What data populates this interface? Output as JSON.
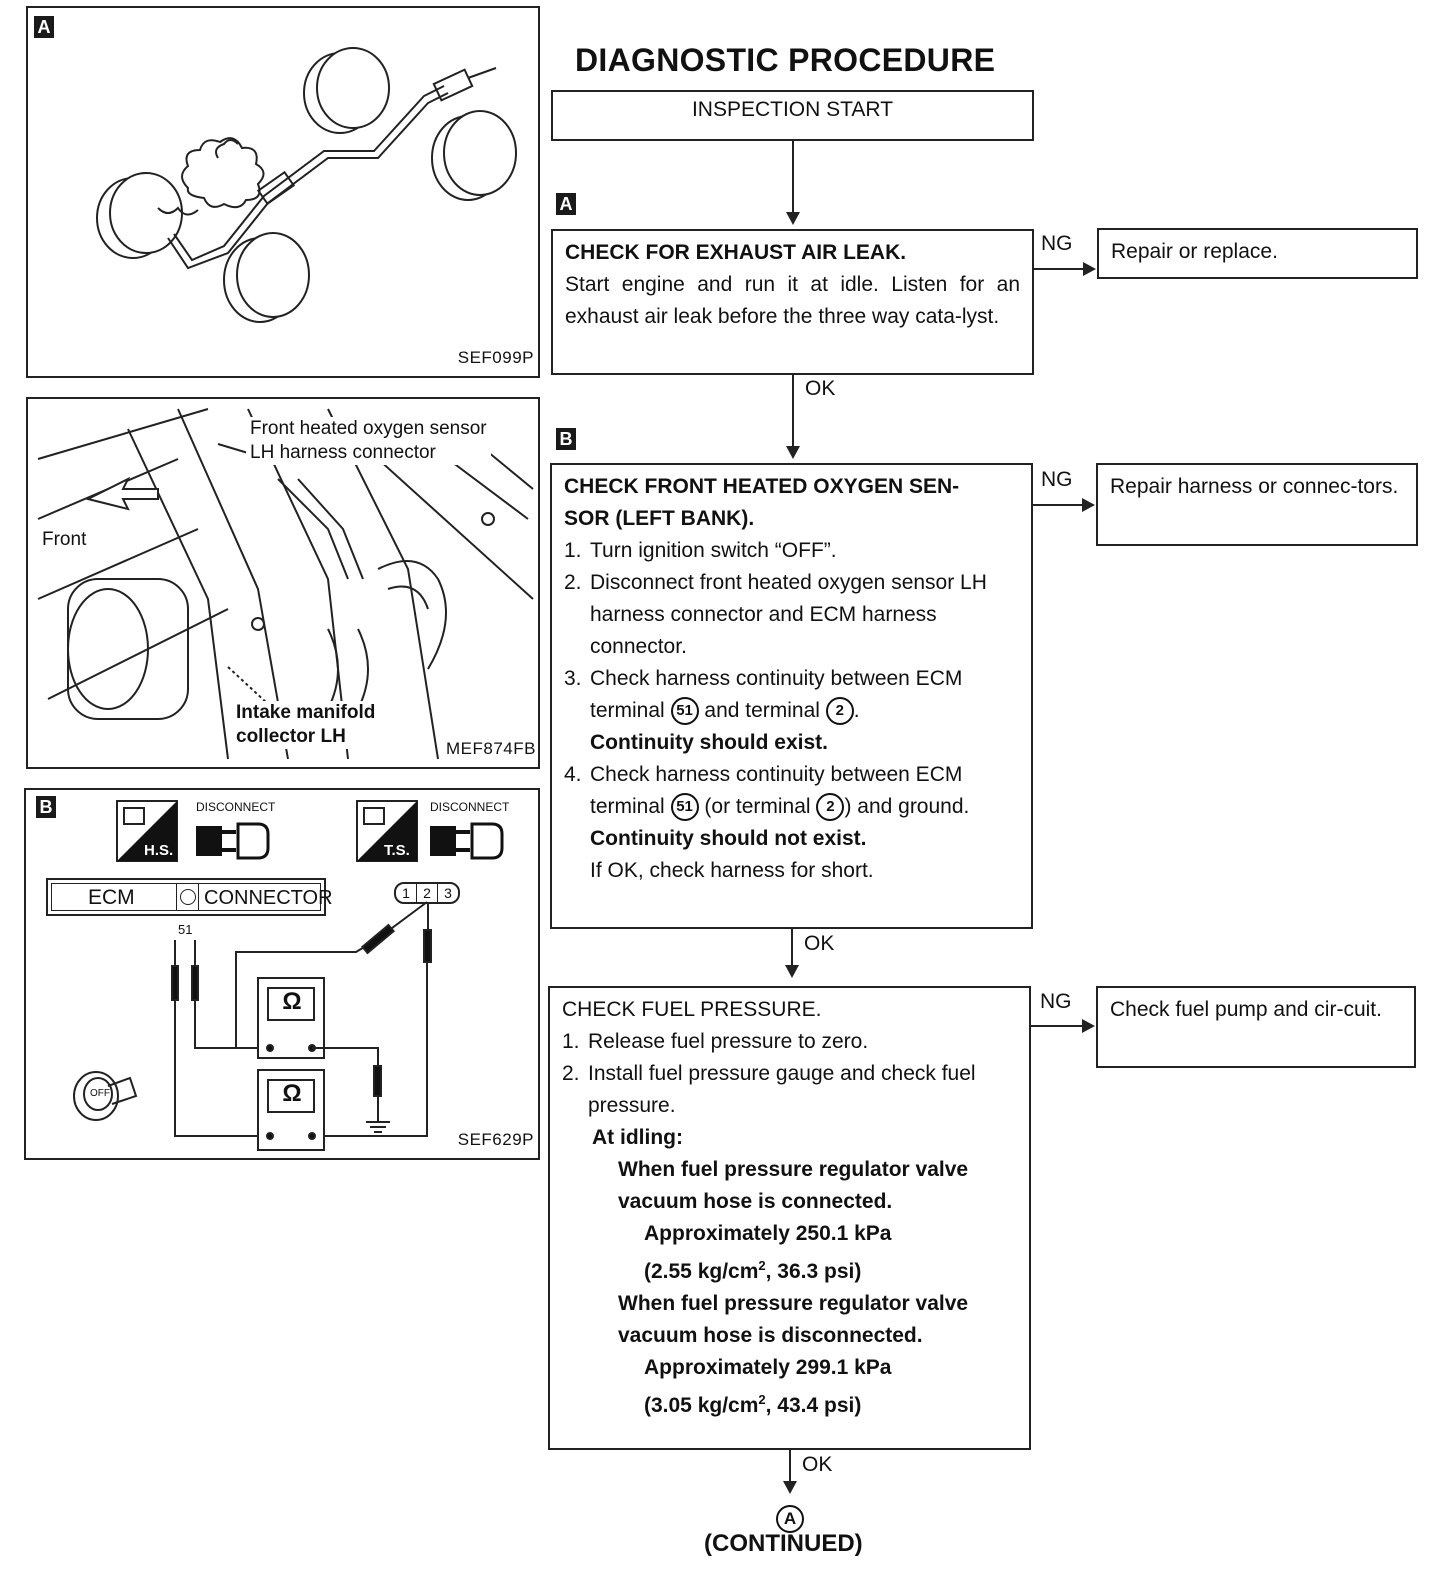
{
  "title": "DIAGNOSTIC PROCEDURE",
  "figures": {
    "a": {
      "tag": "A",
      "id": "SEF099P"
    },
    "photo": {
      "id": "MEF874FB",
      "label_sensor_1": "Front heated oxygen sensor",
      "label_sensor_2": "LH harness connector",
      "label_front": "Front",
      "label_intake_1": "Intake manifold",
      "label_intake_2": "collector LH"
    },
    "b": {
      "tag": "B",
      "id": "SEF629P",
      "disconnect_1": "DISCONNECT",
      "disconnect_2": "DISCONNECT",
      "hs": "H.S.",
      "ts": "T.S.",
      "ecm": "ECM",
      "connector": "CONNECTOR",
      "pin51": "51",
      "pins": [
        "1",
        "2",
        "3"
      ],
      "ohm": "Ω",
      "off": "OFF"
    }
  },
  "flow": {
    "start": "INSPECTION START",
    "tag_a": "A",
    "tag_b": "B",
    "step1": {
      "heading": "CHECK FOR EXHAUST AIR LEAK.",
      "body": "Start engine and run it at idle. Listen for an exhaust air leak before the three way cata-lyst.",
      "ng": "NG",
      "ng_action": "Repair or replace.",
      "ok": "OK"
    },
    "step2": {
      "heading_1": "CHECK FRONT HEATED OXYGEN SEN-",
      "heading_2": "SOR (LEFT BANK).",
      "items": [
        {
          "n": "1.",
          "text": "Turn ignition switch “OFF”."
        },
        {
          "n": "2.",
          "text": "Disconnect front heated oxygen sensor LH harness connector and ECM harness connector."
        }
      ],
      "item3_n": "3.",
      "item3_pre": "Check harness continuity between ECM terminal",
      "item3_mid": "and terminal",
      "item3_end": ".",
      "item3_result": "Continuity should exist.",
      "item4_n": "4.",
      "item4_pre": "Check harness continuity between ECM terminal",
      "item4_mid": "(or terminal",
      "item4_end": ") and ground.",
      "item4_result": "Continuity should not exist.",
      "item4_note": "If OK, check harness for short.",
      "term51": "51",
      "term2": "2",
      "ng": "NG",
      "ng_action": "Repair harness or connec-tors.",
      "ok": "OK"
    },
    "step3": {
      "heading": "CHECK FUEL PRESSURE.",
      "item1_n": "1.",
      "item1": "Release fuel pressure to zero.",
      "item2_n": "2.",
      "item2": "Install fuel pressure gauge and check fuel pressure.",
      "at_idling": "At idling:",
      "cond1": "When fuel pressure regulator valve vacuum hose is connected.",
      "val1": "Approximately 250.1 kPa",
      "val1b_pre": "(2.55 kg/cm",
      "val1b_post": ", 36.3 psi)",
      "cond2": "When fuel pressure regulator valve vacuum hose is disconnected.",
      "val2": "Approximately 299.1 kPa",
      "val2b_pre": "(3.05 kg/cm",
      "val2b_post": ", 43.4 psi)",
      "sup": "2",
      "ng": "NG",
      "ng_action": "Check fuel pump and cir-cuit.",
      "ok": "OK"
    },
    "connector_a": "A",
    "continued": "(CONTINUED)"
  }
}
